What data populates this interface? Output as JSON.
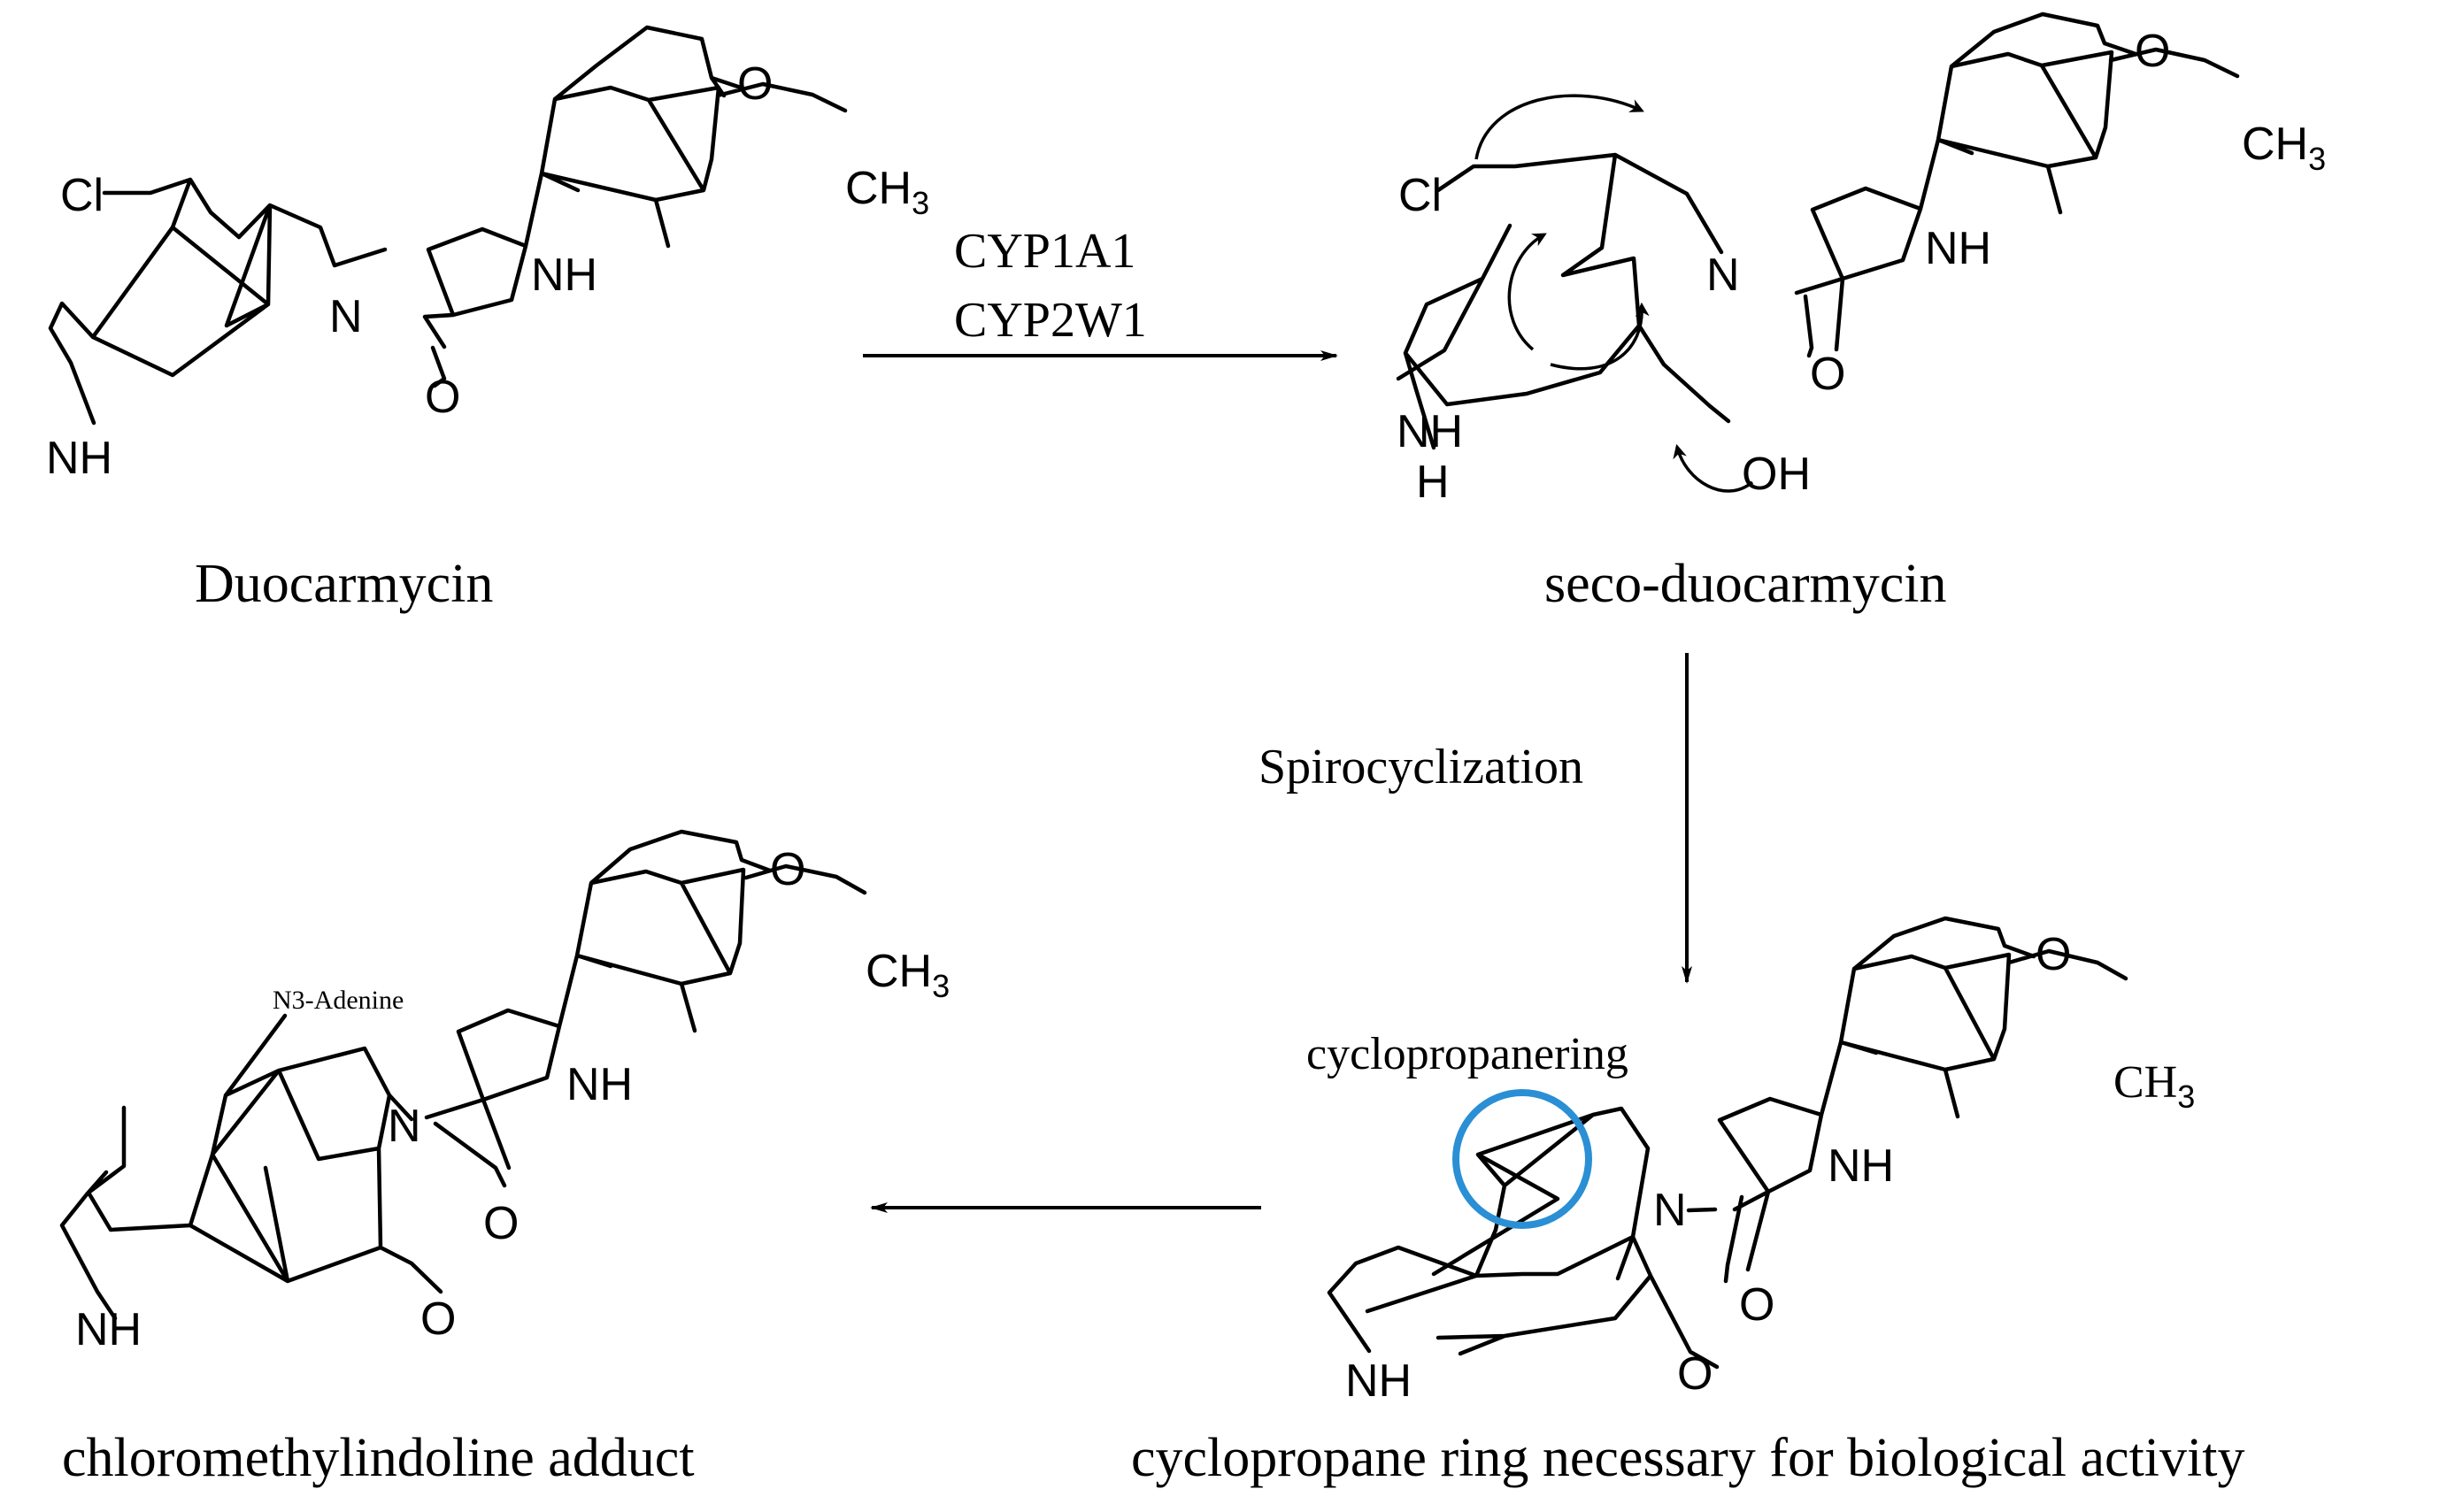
{
  "structures": {
    "duocarmycin": {
      "name": "Duocarmycin",
      "atoms": {
        "cl": "Cl",
        "n": "N",
        "nh_indole": "NH",
        "nh_pyrrole": "NH",
        "o": "O",
        "o_ether": "O",
        "ch3": "CH",
        "ch3_sub": "3"
      }
    },
    "seco": {
      "name": "seco-duocarmycin",
      "atoms": {
        "cl": "Cl",
        "n": "N",
        "nh_indole": "NH",
        "nh_pyrrole": "NH",
        "h_pyrrole": "H",
        "o": "O",
        "oh": "OH",
        "o_ether": "O",
        "ch3": "CH",
        "ch3_sub": "3"
      }
    },
    "cyclopropane": {
      "name": "cyclopropane ring necessary for biological activity",
      "annotation": "cyclopropanering",
      "highlight_color": "#2a8fd4",
      "atoms": {
        "n": "N",
        "nh_indole": "NH",
        "nh_pyrrole": "NH",
        "o": "O",
        "o_ketone": "O",
        "o_ether": "O",
        "ch3": "CH",
        "ch3_sub": "3"
      }
    },
    "adduct": {
      "name": "chloromethylindoline adduct",
      "adenine": "N3-Adenine",
      "atoms": {
        "n": "N",
        "nh_indole": "NH",
        "nh_pyrrole": "NH",
        "o": "O",
        "o_ketone": "O",
        "o_ether": "O",
        "ch3": "CH",
        "ch3_sub": "3"
      }
    }
  },
  "reactions": {
    "step1": {
      "enzyme1": "CYP1A1",
      "enzyme2": "CYP2W1"
    },
    "step2": {
      "label": "Spirocyclization"
    }
  },
  "colors": {
    "ink": "#000000",
    "highlight": "#2a8fd4"
  }
}
